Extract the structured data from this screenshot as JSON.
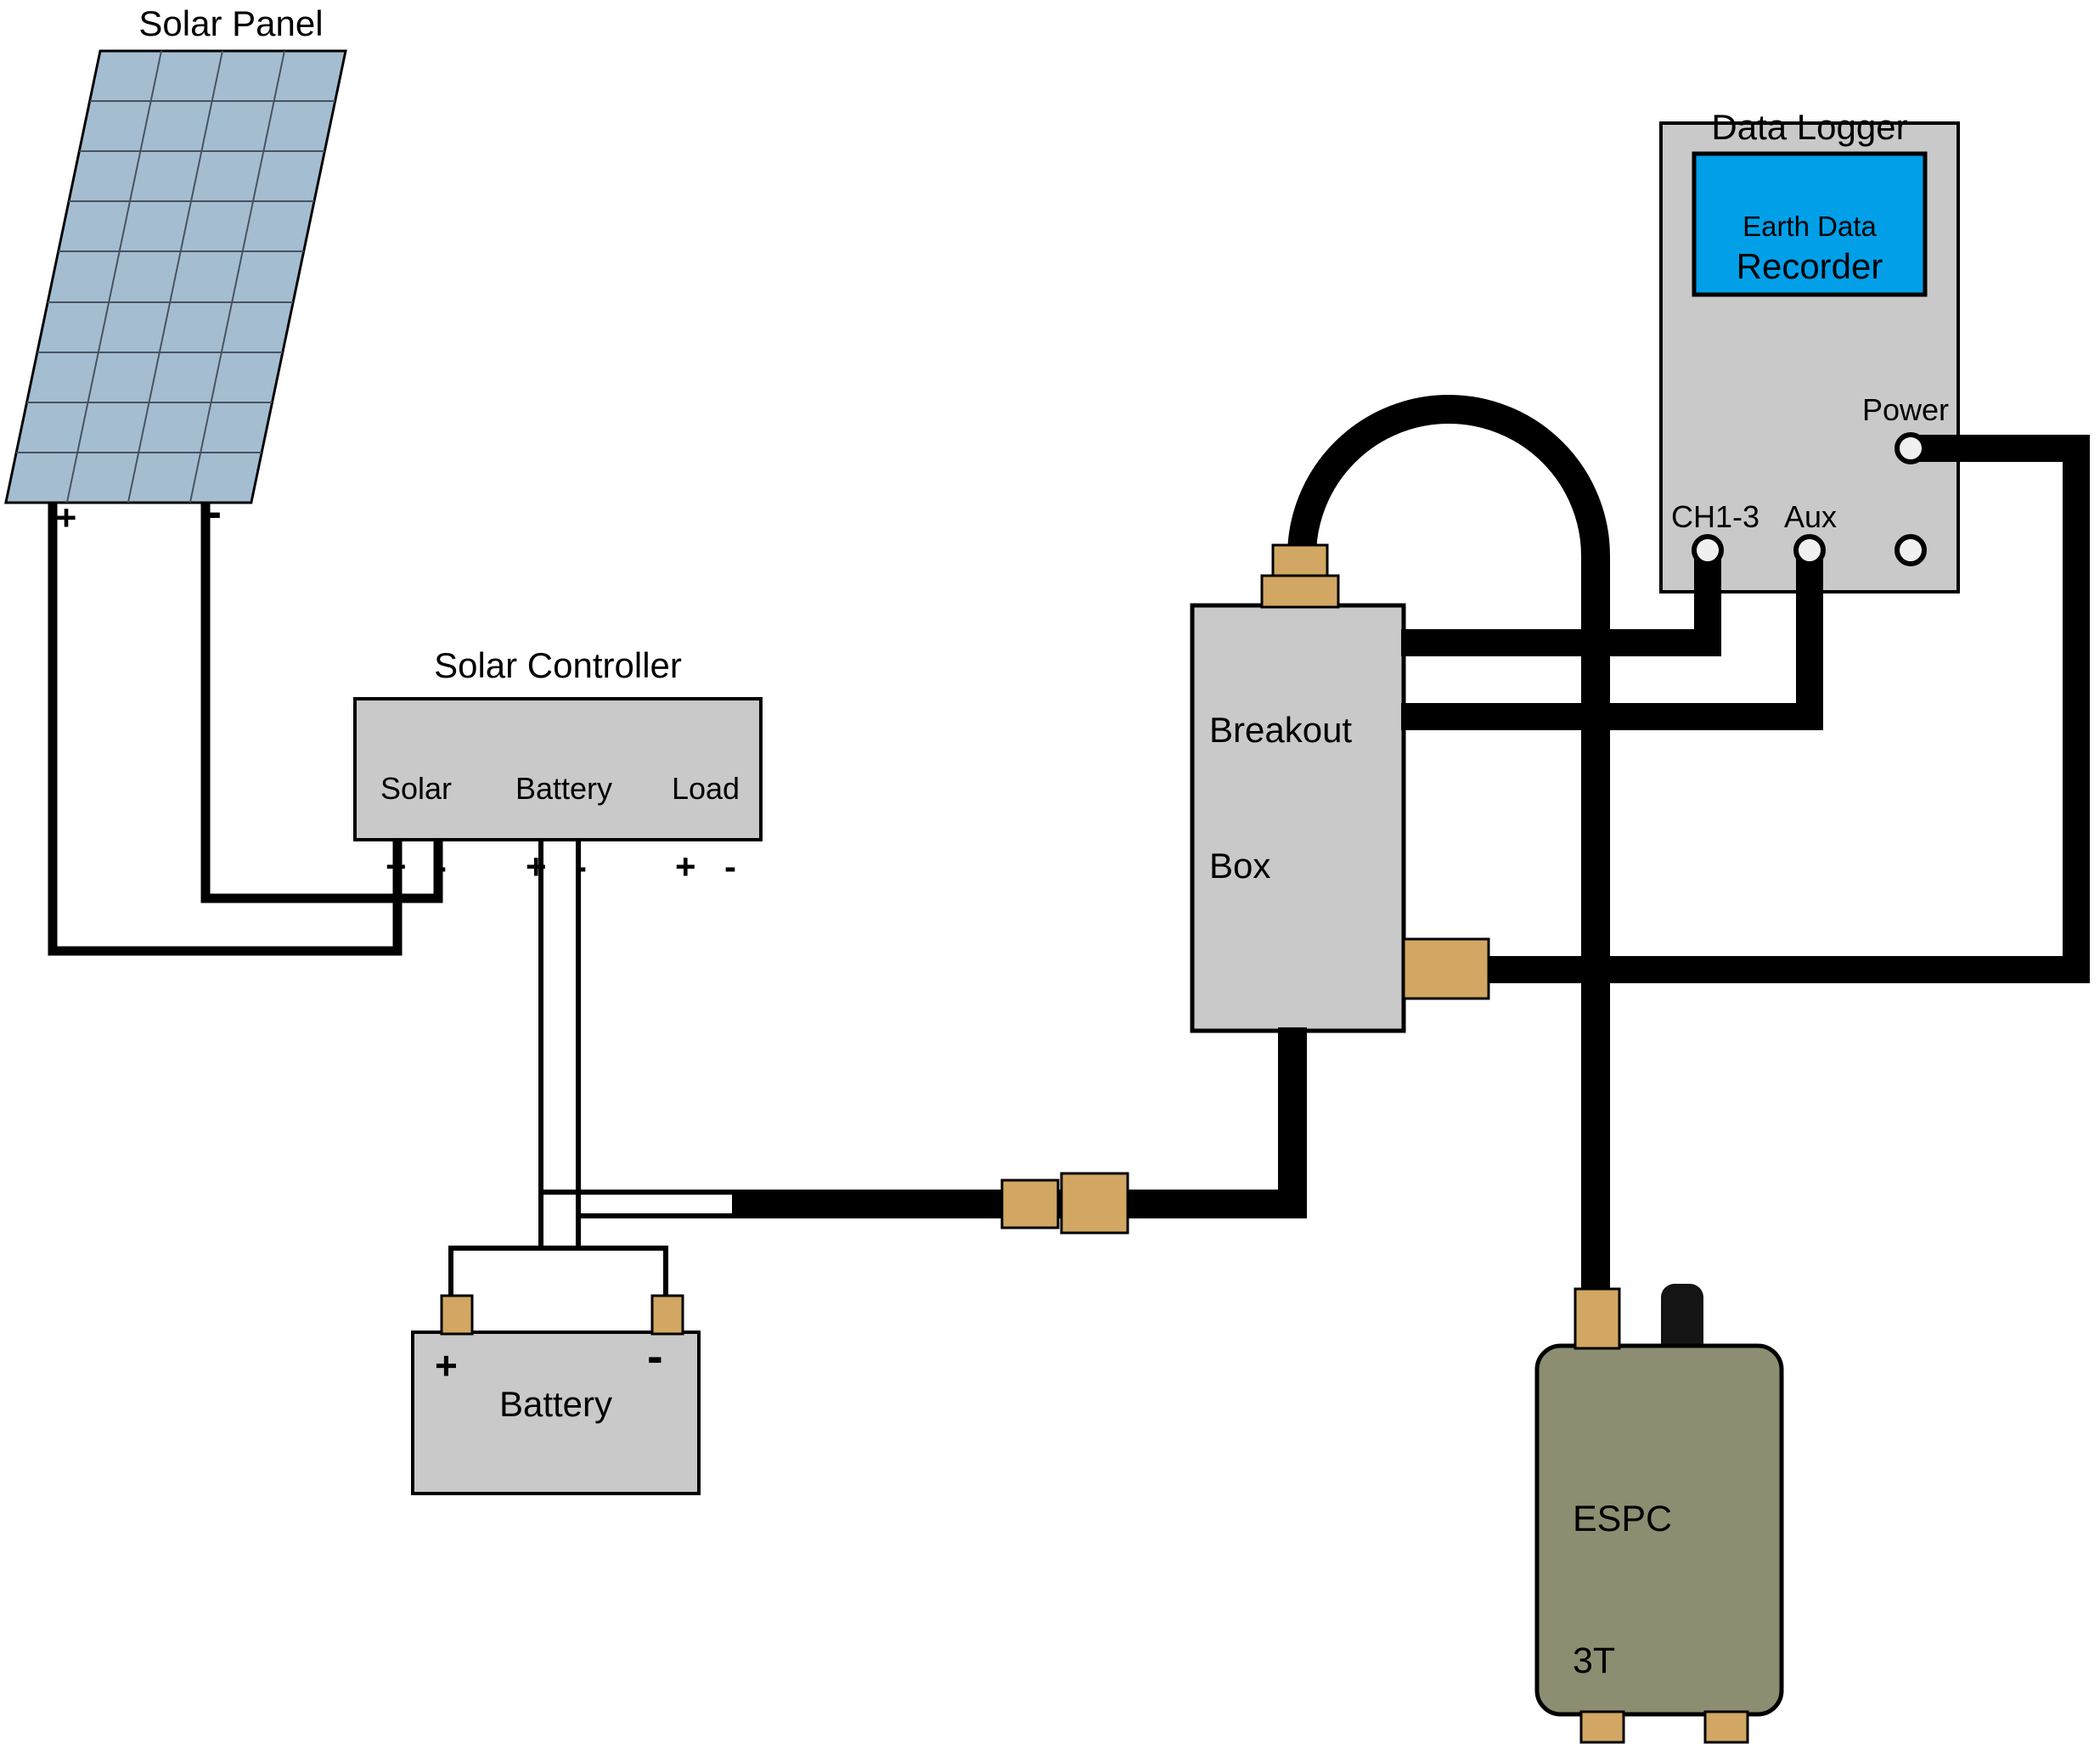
{
  "diagram": {
    "solar_panel": {
      "title": "Solar Panel",
      "plus": "+",
      "minus": "-"
    },
    "solar_controller": {
      "title": "Solar Controller",
      "terminals": [
        {
          "label": "Solar",
          "plus": "+",
          "minus": "-"
        },
        {
          "label": "Battery",
          "plus": "+",
          "minus": "-"
        },
        {
          "label": "Load",
          "plus": "+",
          "minus": "-"
        }
      ]
    },
    "battery": {
      "label": "Battery",
      "plus": "+",
      "minus": "-"
    },
    "breakout_box": {
      "label_line1": "Breakout",
      "label_line2": "Box"
    },
    "data_logger": {
      "title_line1": "Data Logger",
      "title_line2": "Recorder",
      "screen_text": "Earth Data",
      "power_label": "Power",
      "ch_label": "CH1-3",
      "aux_label": "Aux"
    },
    "espc": {
      "label_line1": "ESPC",
      "label_line2": "3T"
    },
    "colors": {
      "box_gray": "#c9c9c9",
      "panel_blue": "#a4bdd1",
      "screen_blue": "#009fe8",
      "connector_tan": "#d2a763",
      "espc_olive": "#8d8d71",
      "wire_black": "#000000"
    }
  }
}
